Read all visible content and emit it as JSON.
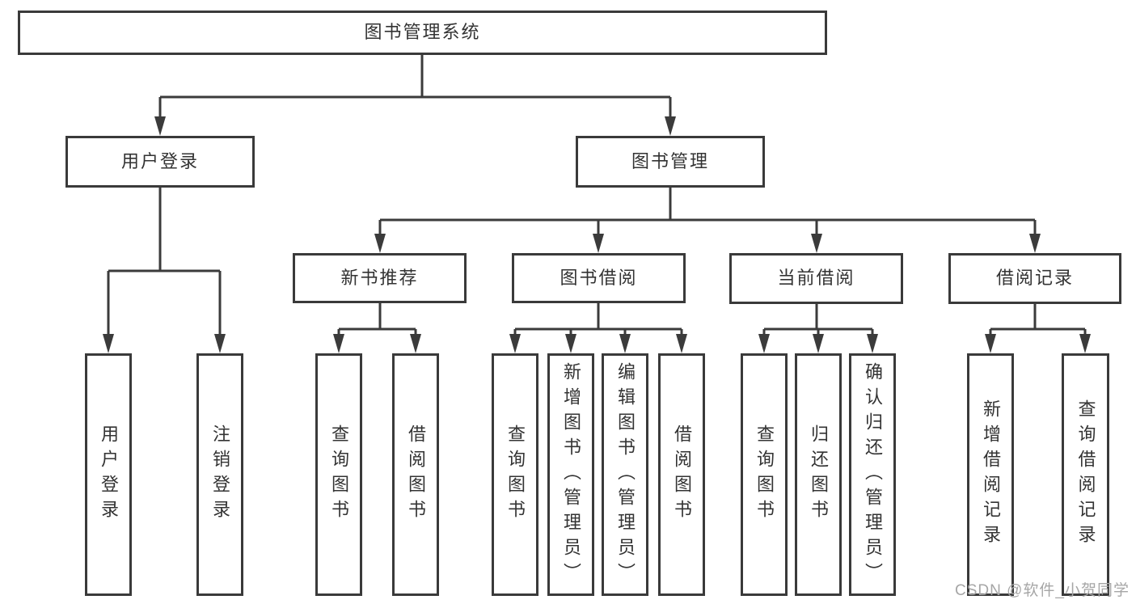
{
  "diagram": {
    "title_node": "图书管理系统",
    "root": {
      "label": "图书管理系统"
    },
    "branches": [
      {
        "label": "用户登录",
        "children": [
          {
            "label": "用户登录"
          },
          {
            "label": "注销登录"
          }
        ]
      },
      {
        "label": "图书管理",
        "children": [
          {
            "label": "新书推荐",
            "children": [
              {
                "label": "查询图书"
              },
              {
                "label": "借阅图书"
              }
            ]
          },
          {
            "label": "图书借阅",
            "children": [
              {
                "label": "查询图书"
              },
              {
                "label": "新增图书（管理员）"
              },
              {
                "label": "编辑图书（管理员）"
              },
              {
                "label": "借阅图书"
              }
            ]
          },
          {
            "label": "当前借阅",
            "children": [
              {
                "label": "查询图书"
              },
              {
                "label": "归还图书"
              },
              {
                "label": "确认归还（管理员）"
              }
            ]
          },
          {
            "label": "借阅记录",
            "children": [
              {
                "label": "新增借阅记录"
              },
              {
                "label": "查询借阅记录"
              }
            ]
          }
        ]
      }
    ]
  },
  "watermark": {
    "text": "CSDN @软件_小贺同学"
  },
  "colors": {
    "line": "#3b3b3b",
    "box_border": "#3a3a3a",
    "text": "#333333",
    "watermark": "#a6a6a6",
    "background": "#ffffff"
  }
}
